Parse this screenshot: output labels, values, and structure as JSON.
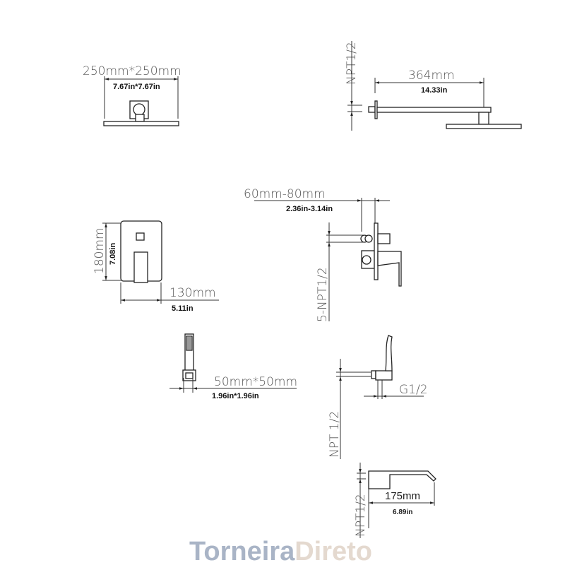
{
  "rain_shower_top": {
    "size_mm": "250mm*250mm",
    "size_in": "7.67in*7.67in"
  },
  "shower_arm_side": {
    "thread": "NPT1/2",
    "length_mm": "364mm",
    "length_in": "14.33in"
  },
  "mixer_plate_front": {
    "height_mm": "180mm",
    "height_in": "7.08in",
    "width_mm": "130mm",
    "width_in": "5.11in"
  },
  "valve_side": {
    "depth_mm": "60mm-80mm",
    "depth_in": "2.36in-3.14in",
    "thread": "5-NPT1/2"
  },
  "hand_shower": {
    "size_mm": "50mm*50mm",
    "size_in": "1.96in*1.96in"
  },
  "hand_shower_holder_side": {
    "thread": "NPT 1/2",
    "outlet": "G1/2"
  },
  "tub_spout_side": {
    "thread": "NPT1/2",
    "length_mm": "175mm",
    "length_in": "6.89in"
  },
  "logo": {
    "part1": "Torneira",
    "part2": "Direto",
    "color1": "#a9b4c6",
    "color2": "#e4d9cf"
  }
}
